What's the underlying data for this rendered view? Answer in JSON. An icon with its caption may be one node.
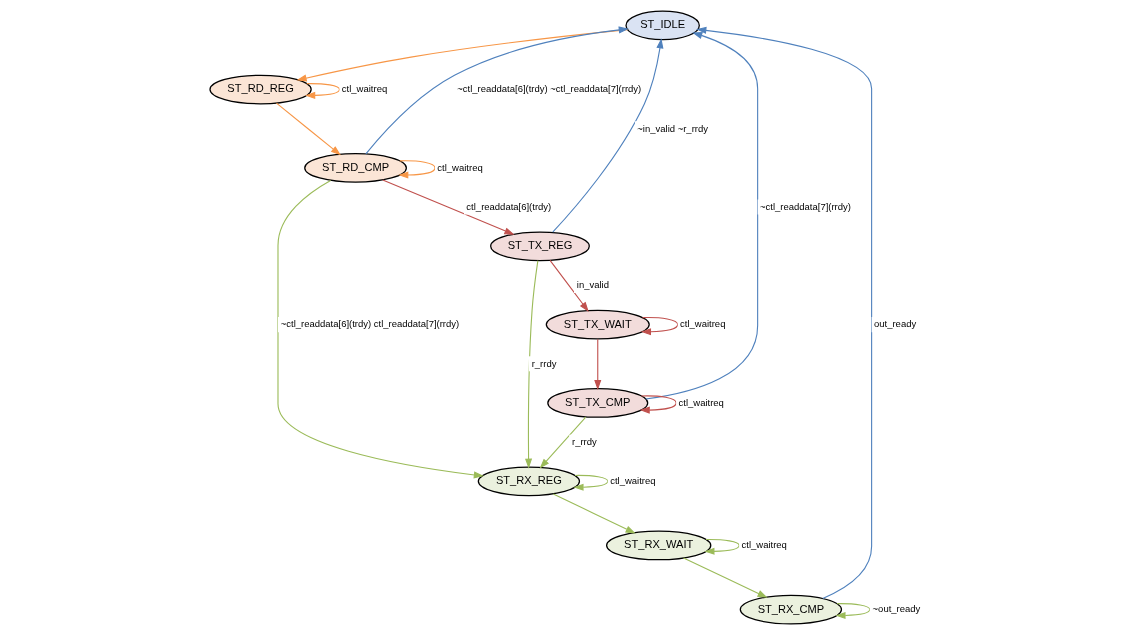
{
  "diagram": {
    "nodes": [
      {
        "text": [
          "ST_IDLE"
        ]
      },
      {
        "text": [
          "ST_RD_REG"
        ]
      },
      {
        "text": [
          "ST_RD_CMP"
        ]
      },
      {
        "text": [
          "ST_TX_REG"
        ]
      },
      {
        "text": [
          "ST_TX_WAIT"
        ]
      },
      {
        "text": [
          "ST_TX_CMP"
        ]
      },
      {
        "text": [
          "ST_RX_REG"
        ]
      },
      {
        "text": [
          "ST_RX_WAIT"
        ]
      },
      {
        "text": [
          "ST_RX_CMP"
        ]
      }
    ],
    "edges": [
      {
        "from": 0,
        "to": 1,
        "arrow": "to",
        "color": "#f79646"
      },
      {
        "from": 1,
        "to": 1,
        "arrow": "to",
        "label": "ctl_waitreq",
        "color": "#f79646"
      },
      {
        "from": 1,
        "to": 2,
        "arrow": "to",
        "color": "#f79646"
      },
      {
        "from": 2,
        "to": 2,
        "arrow": "to",
        "label": "ctl_waitreq",
        "color": "#f79646"
      },
      {
        "from": 2,
        "to": 0,
        "arrow": "to",
        "label": "~ctl_readdata[6](trdy) ~ctl_readdata[7](rrdy)",
        "color": "#4f81bd"
      },
      {
        "from": 2,
        "to": 3,
        "arrow": "to",
        "label": "ctl_readdata[6](trdy)",
        "color": "#c0504d"
      },
      {
        "from": 2,
        "to": 6,
        "arrow": "to",
        "label": "~ctl_readdata[6](trdy) ctl_readdata[7](rrdy)"
      },
      {
        "from": 3,
        "to": 0,
        "arrow": "to",
        "label": "~in_valid ~r_rrdy",
        "color": "#4f81bd"
      },
      {
        "from": 3,
        "to": 6,
        "arrow": "to",
        "label": "r_rrdy"
      },
      {
        "from": 3,
        "to": 4,
        "arrow": "to",
        "label": "in_valid",
        "color": "#c0504d"
      },
      {
        "from": 4,
        "to": 4,
        "arrow": "to",
        "label": "ctl_waitreq",
        "color": "#c0504d"
      },
      {
        "from": 4,
        "to": 5,
        "arrow": "to",
        "color": "#c0504d"
      },
      {
        "from": 5,
        "to": 5,
        "arrow": "to",
        "label": "ctl_waitreq",
        "color": "#c0504d"
      },
      {
        "from": 5,
        "to": 0,
        "arrow": "to",
        "label": "~ctl_readdata[7](rrdy)",
        "color": "#4f81bd"
      },
      {
        "from": 5,
        "to": 6,
        "arrow": "to",
        "label": "r_rrdy"
      },
      {
        "from": 6,
        "to": 6,
        "arrow": "to",
        "label": "ctl_waitreq"
      },
      {
        "from": 6,
        "to": 7,
        "arrow": "to"
      },
      {
        "from": 7,
        "to": 7,
        "arrow": "to",
        "label": "ctl_waitreq"
      },
      {
        "from": 7,
        "to": 8,
        "arrow": "to"
      },
      {
        "from": 8,
        "to": 8,
        "arrow": "to",
        "label": "~out_ready"
      },
      {
        "from": 8,
        "to": 0,
        "arrow": "to",
        "label": "out_ready",
        "color": "#4f81bd"
      }
    ]
  }
}
